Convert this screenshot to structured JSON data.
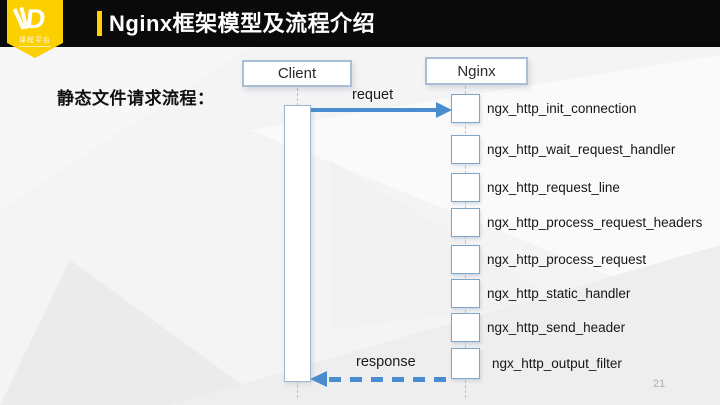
{
  "header": {
    "title": "Nginx框架模型及流程介绍",
    "accent_color": "#ffd200",
    "bar_color": "#0a0a0a"
  },
  "logo": {
    "letter": "D",
    "caption": "课程平台",
    "ribbon_color": "#fccf00"
  },
  "section": {
    "label": "静态文件请求流程："
  },
  "diagram": {
    "client_label": "Client",
    "nginx_label": "Nginx",
    "request_label": "requet",
    "response_label": "response",
    "arrow_color": "#4a8cd0",
    "box_border_color": "#7ea6c9",
    "steps": [
      {
        "label": "ngx_http_init_connection"
      },
      {
        "label": "ngx_http_wait_request_handler"
      },
      {
        "label": "ngx_http_request_line"
      },
      {
        "label": "ngx_http_process_request_headers"
      },
      {
        "label": "ngx_http_process_request"
      },
      {
        "label": "ngx_http_static_handler"
      },
      {
        "label": "ngx_http_send_header"
      },
      {
        "label": "ngx_http_output_filter"
      }
    ]
  },
  "footer": {
    "page_number": "21"
  }
}
